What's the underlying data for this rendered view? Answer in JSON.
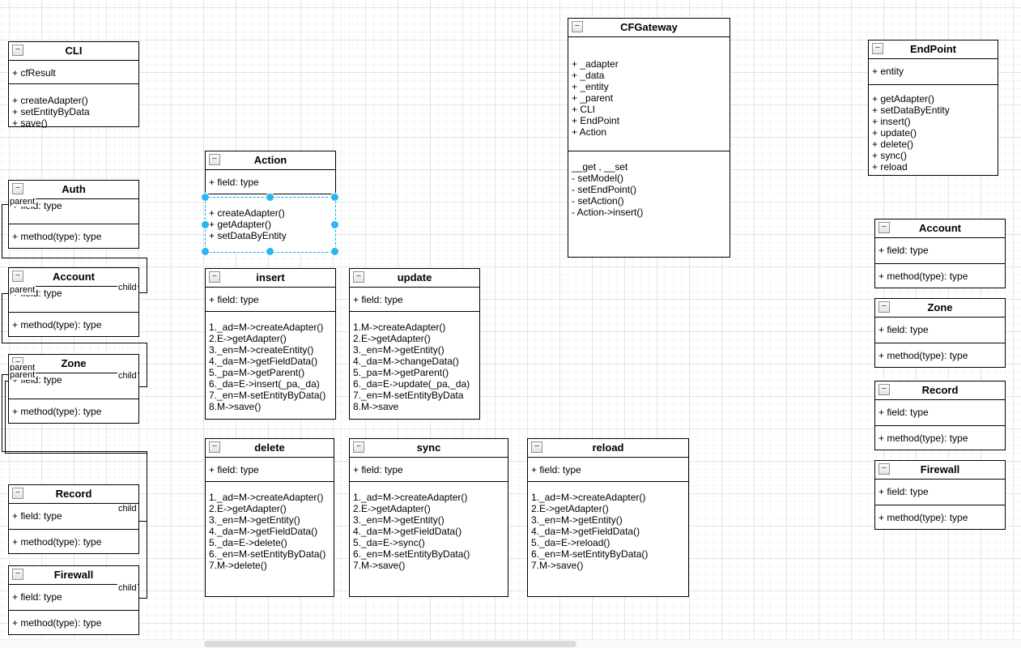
{
  "ui": {
    "collapse_glyph": "−",
    "selection_color": "#29b6f2",
    "selection_border_color": "#00a8ff"
  },
  "edge_labels": {
    "auth_parent": "parent",
    "account_child": "child",
    "account_parent": "parent",
    "zone_parent1": "parent",
    "zone_parent2": "parent",
    "zone_child": "child",
    "record_child": "child",
    "firewall_child": "child"
  },
  "classes": [
    {
      "title": "CLI",
      "fields": [
        "+ cfResult"
      ],
      "methods": [
        "+ createAdapter()",
        "+ setEntityByData",
        "+ save()"
      ]
    },
    {
      "title": "Auth",
      "fields": [
        "+ field: type"
      ],
      "methods": [
        "+ method(type): type"
      ]
    },
    {
      "title": "Account",
      "fields": [
        "+ field: type"
      ],
      "methods": [
        "+ method(type): type"
      ]
    },
    {
      "title": "Zone",
      "fields": [
        "+ field: type"
      ],
      "methods": [
        "+ method(type): type"
      ]
    },
    {
      "title": "Record",
      "fields": [
        "+ field: type"
      ],
      "methods": [
        "+ method(type): type"
      ]
    },
    {
      "title": "Firewall",
      "fields": [
        "+ field: type"
      ],
      "methods": [
        "+ method(type): type"
      ]
    },
    {
      "title": "Action",
      "fields": [
        "+ field: type"
      ],
      "methods": [
        "+ createAdapter()",
        "+ getAdapter()",
        "+ setDataByEntity"
      ]
    },
    {
      "title": "insert",
      "fields": [
        "+ field: type"
      ],
      "methods": [
        "1._ad=M->createAdapter()",
        "2.E->getAdapter()",
        "3._en=M->createEntity()",
        "4._da=M->getFieldData()",
        "5._pa=M->getParent()",
        "6._da=E->insert(_pa,_da)",
        "7._en=M-setEntityByData()",
        "8.M->save()"
      ]
    },
    {
      "title": "update",
      "fields": [
        "+ field: type"
      ],
      "methods": [
        "1.M->createAdapter()",
        "2.E->getAdapter()",
        "3._en=M->getEntity()",
        "4._da=M->changeData()",
        "5._pa=M->getParent()",
        "6._da=E->update(_pa,_da)",
        "7._en=M-setEntityByData",
        "8.M->save"
      ]
    },
    {
      "title": "delete",
      "fields": [
        "+ field: type"
      ],
      "methods": [
        "1._ad=M->createAdapter()",
        "2.E->getAdapter()",
        "3._en=M->getEntity()",
        "4._da=M->getFieldData()",
        "5._da=E->delete()",
        "6._en=M-setEntityByData()",
        "7.M->delete()"
      ]
    },
    {
      "title": "sync",
      "fields": [
        "+ field: type"
      ],
      "methods": [
        "1._ad=M->createAdapter()",
        "2.E->getAdapter()",
        "3._en=M->getEntity()",
        "4._da=M->getFieldData()",
        "5._da=E->sync()",
        "6._en=M-setEntityByData()",
        "7.M->save()"
      ]
    },
    {
      "title": "reload",
      "fields": [
        "+ field: type"
      ],
      "methods": [
        "1._ad=M->createAdapter()",
        "2.E->getAdapter()",
        "3._en=M->getEntity()",
        "4._da=M->getFieldData()",
        "5._da=E->reload()",
        "6._en=M-setEntityByData()",
        "7.M->save()"
      ]
    },
    {
      "title": "CFGateway",
      "fields": [
        "+ _adapter",
        "+ _data",
        "+ _entity",
        "+ _parent",
        "+ CLI",
        "+ EndPoint",
        "+ Action"
      ],
      "methods": [
        "__get , __set",
        "- setModel()",
        "- setEndPoint()",
        "- setAction()",
        "- Action->insert()"
      ]
    },
    {
      "title": "EndPoint",
      "fields": [
        "+ entity"
      ],
      "methods": [
        "+ getAdapter()",
        "+ setDataByEntity",
        "+ insert()",
        "+ update()",
        "+ delete()",
        "+ sync()",
        "+ reload"
      ]
    },
    {
      "title": "Account",
      "fields": [
        "+ field: type"
      ],
      "methods": [
        "+ method(type): type"
      ]
    },
    {
      "title": "Zone",
      "fields": [
        "+ field: type"
      ],
      "methods": [
        "+ method(type): type"
      ]
    },
    {
      "title": "Record",
      "fields": [
        "+ field: type"
      ],
      "methods": [
        "+ method(type): type"
      ]
    },
    {
      "title": "Firewall",
      "fields": [
        "+ field: type"
      ],
      "methods": [
        "+ method(type): type"
      ]
    }
  ]
}
